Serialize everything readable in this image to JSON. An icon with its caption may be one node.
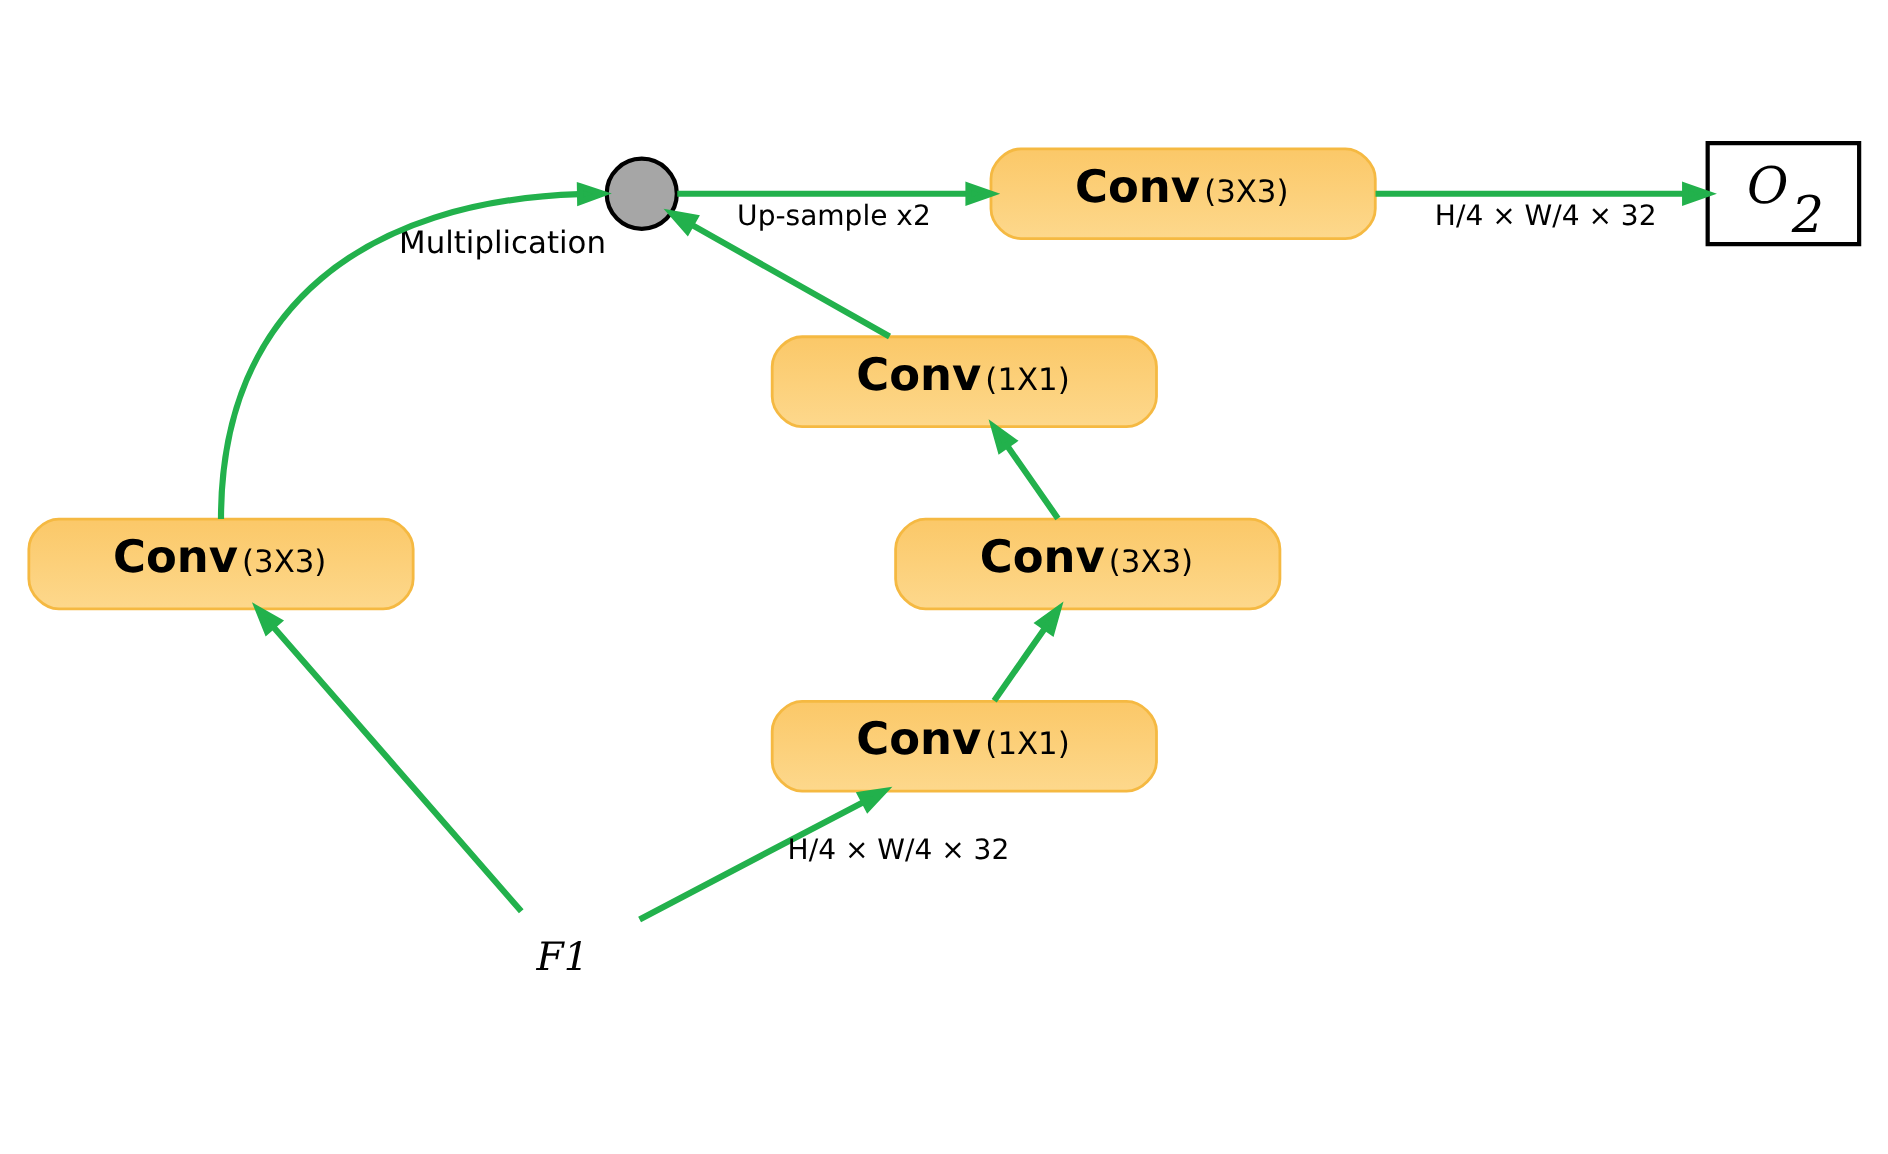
{
  "diagram": {
    "nodes": [
      {
        "text": [],
        "shape": "circle",
        "beside": [
          "Multiplication"
        ]
      },
      {
        "text": [
          "**Conv**(3X3)"
        ]
      },
      {
        "text": [
          "O$_{2}$"
        ]
      },
      {
        "text": [
          "**Conv**(1X1)"
        ]
      },
      {
        "text": [
          "**Conv**(3X3)"
        ]
      },
      {
        "text": [
          "**Conv**(3X3)"
        ]
      },
      {
        "text": [
          "**Conv**(1X1)"
        ]
      },
      {
        "text": [
          "F1"
        ]
      }
    ],
    "edges": [
      {
        "from": 7,
        "to": 6,
        "arrow": "to",
        "label": "H/4 × W/4 × 32"
      },
      {
        "from": 6,
        "to": 5,
        "arrow": "to"
      },
      {
        "from": 5,
        "to": 3,
        "arrow": "to"
      },
      {
        "from": 3,
        "to": 0,
        "arrow": "to"
      },
      {
        "from": 7,
        "to": 4,
        "arrow": "to"
      },
      {
        "from": 4,
        "to": 0,
        "arrow": "to"
      },
      {
        "from": 0,
        "to": 1,
        "arrow": "to",
        "label": "Up-sample x2"
      },
      {
        "from": 1,
        "to": 2,
        "arrow": "to",
        "label": "H/4 × W/4 × 32"
      }
    ]
  }
}
